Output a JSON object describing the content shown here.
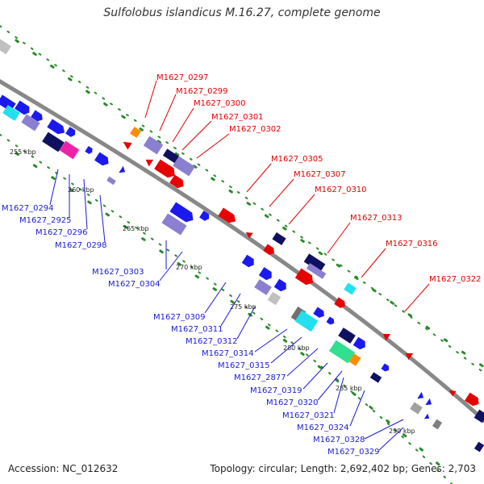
{
  "title": "Sulfolobus islandicus M.16.27, complete genome",
  "footer": {
    "accession": "Accession: NC_012632",
    "summary": "Topology: circular; Length: 2,692,402 bp; Genes: 2,703"
  },
  "colors": {
    "forward_strand": "#e60000",
    "reverse_strand": "#1a1aee",
    "label_top": "#e00000",
    "label_bottom": "#1a1ad0",
    "backbone": "#808080",
    "rna": "#ff8c00",
    "feature_navy": "#101060",
    "feature_lavender": "#8a7fd0",
    "feature_cyan": "#22e0ee",
    "feature_magenta": "#ee22aa",
    "feature_green": "#30e090"
  },
  "scale_ticks": [
    "255 kbp",
    "260 kbp",
    "265 kbp",
    "270 kbp",
    "275 kbp",
    "280 kbp",
    "285 kbp",
    "290 kbp"
  ],
  "top_labels": [
    "M1627_0297",
    "M1627_0299",
    "M1627_0300",
    "M1627_0301",
    "M1627_0302",
    "M1627_0305",
    "M1627_0307",
    "M1627_0310",
    "M1627_0313",
    "M1627_0316",
    "M1627_0322"
  ],
  "bottom_labels": [
    "M1627_0294",
    "M1627_2925",
    "M1627_0296",
    "M1627_0298",
    "M1627_0303",
    "M1627_0304",
    "M1627_0309",
    "M1627_0311",
    "M1627_0312",
    "M1627_0314",
    "M1627_0315",
    "M1627_2877",
    "M1627_0319",
    "M1627_0320",
    "M1627_0321",
    "M1627_0324",
    "M1627_0328",
    "M1627_0329"
  ]
}
